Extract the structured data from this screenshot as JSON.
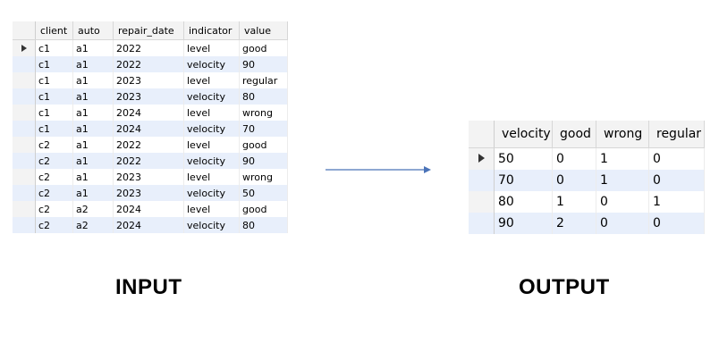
{
  "input": {
    "caption": "INPUT",
    "columns": [
      "client",
      "auto",
      "repair_date",
      "indicator",
      "value"
    ],
    "rows": [
      [
        "c1",
        "a1",
        "2022",
        "level",
        "good"
      ],
      [
        "c1",
        "a1",
        "2022",
        "velocity",
        "90"
      ],
      [
        "c1",
        "a1",
        "2023",
        "level",
        "regular"
      ],
      [
        "c1",
        "a1",
        "2023",
        "velocity",
        "80"
      ],
      [
        "c1",
        "a1",
        "2024",
        "level",
        "wrong"
      ],
      [
        "c1",
        "a1",
        "2024",
        "velocity",
        "70"
      ],
      [
        "c2",
        "a1",
        "2022",
        "level",
        "good"
      ],
      [
        "c2",
        "a1",
        "2022",
        "velocity",
        "90"
      ],
      [
        "c2",
        "a1",
        "2023",
        "level",
        "wrong"
      ],
      [
        "c2",
        "a1",
        "2023",
        "velocity",
        "50"
      ],
      [
        "c2",
        "a2",
        "2024",
        "level",
        "good"
      ],
      [
        "c2",
        "a2",
        "2024",
        "velocity",
        "80"
      ]
    ]
  },
  "output": {
    "caption": "OUTPUT",
    "columns": [
      "velocity",
      "good",
      "wrong",
      "regular"
    ],
    "rows": [
      [
        "50",
        "0",
        "1",
        "0"
      ],
      [
        "70",
        "0",
        "1",
        "0"
      ],
      [
        "80",
        "1",
        "0",
        "1"
      ],
      [
        "90",
        "2",
        "0",
        "0"
      ]
    ]
  },
  "icons": {
    "current_row": "current-row-arrow-icon",
    "flow": "right-arrow-icon"
  },
  "colors": {
    "alt_row": "#e8effb",
    "header_bg": "#f3f3f3",
    "arrow": "#4a73b8"
  }
}
